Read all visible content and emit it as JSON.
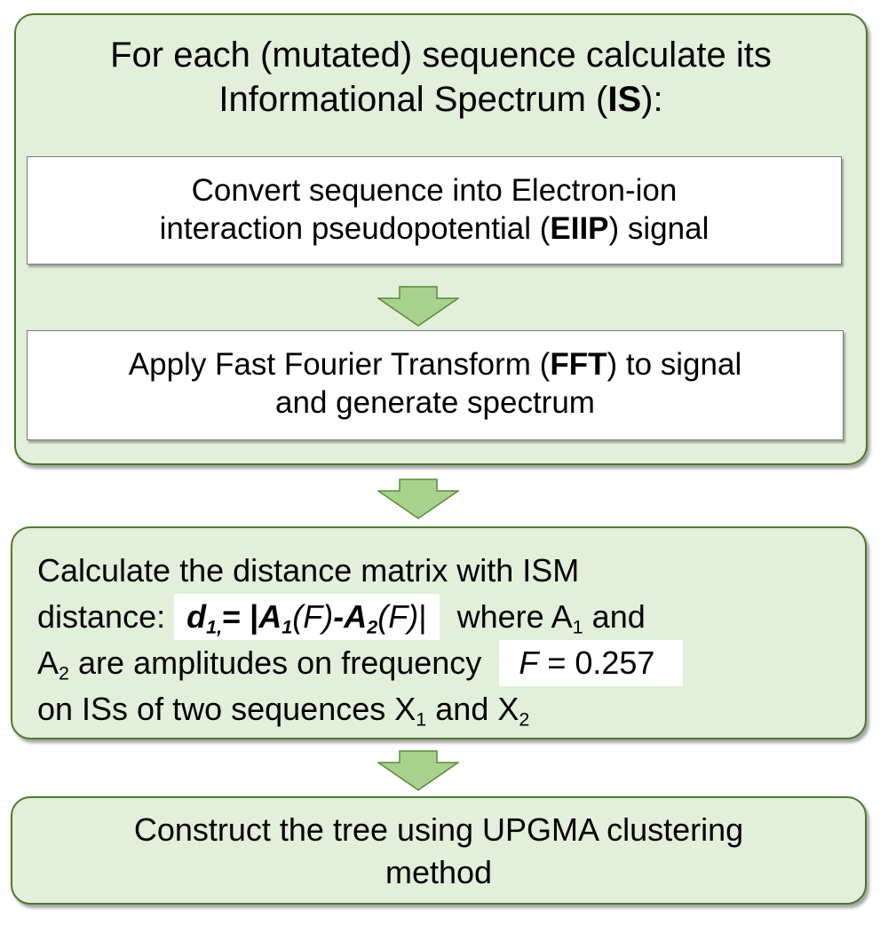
{
  "step1": {
    "title_line1": "For each (mutated) sequence calculate its",
    "title_line2_pre": "Informational Spectrum (",
    "title_line2_bold": "IS",
    "title_line2_post": "):",
    "sub1": {
      "line1": "Convert sequence into Electron-ion",
      "line2_pre": "interaction pseudopotential (",
      "line2_bold": "EIIP",
      "line2_post": ") signal"
    },
    "sub2": {
      "line1_pre": "Apply Fast Fourier Transform (",
      "line1_bold": "FFT",
      "line1_post": ") to signal",
      "line2": "and generate spectrum"
    }
  },
  "step2": {
    "line1": "Calculate the distance matrix with ISM",
    "line2_pre": "distance:",
    "formula": {
      "d": "d",
      "d_sub": "1,",
      "eq": "= |",
      "A1": "A",
      "A1_sub": "1",
      "F1": "(F)",
      "minus": "-",
      "A2": "A",
      "A2_sub": "2",
      "F2": "(F)",
      "end": "|"
    },
    "line2_post": "where A",
    "line2_sub": "1",
    "line2_end": " and",
    "line3_pre": "A",
    "line3_sub": "2",
    "line3_mid": " are amplitudes on frequency",
    "freq_var": "F",
    "freq_val": " = 0.257",
    "line4_pre": "on ISs of two sequences X",
    "line4_sub1": "1",
    "line4_mid": " and X",
    "line4_sub2": "2"
  },
  "step3": {
    "line1": "Construct the tree using UPGMA clustering",
    "line2": "method"
  },
  "colors": {
    "box_fill": "#e2efda",
    "box_border": "#4e7a2e",
    "arrow_fill": "#a9d18e"
  }
}
